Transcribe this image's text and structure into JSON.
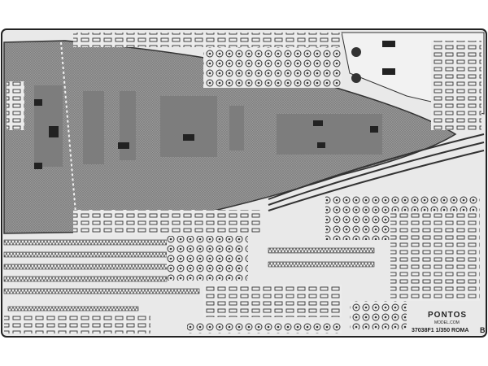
{
  "product": {
    "brand": "PONTOS",
    "website": "MODEL.COM",
    "code": "37038F1 1/350 ROMA",
    "sheet_letter": "B"
  },
  "colors": {
    "fret": "#e9e9e9",
    "deck": "#8e8e8e",
    "deck_dark": "#5f5f5f",
    "outline": "#222222"
  }
}
